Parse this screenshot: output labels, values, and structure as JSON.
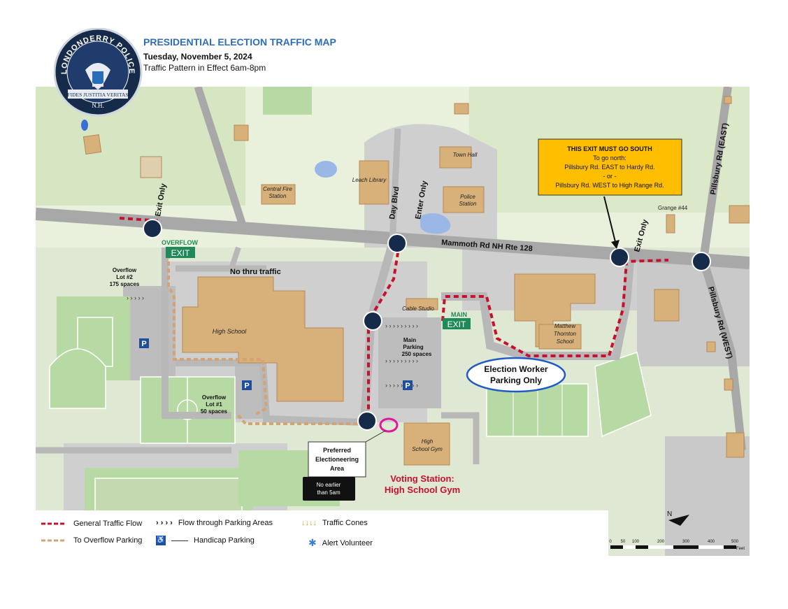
{
  "header": {
    "title": "PRESIDENTIAL ELECTION TRAFFIC MAP",
    "date": "Tuesday, November 5, 2024",
    "pattern": "Traffic Pattern in Effect 6am-8pm"
  },
  "seal": {
    "top_text": "LONDONDERRY POLICE",
    "motto": "FIDES JUSTITIA VERITAS",
    "state": "N.H."
  },
  "roads": {
    "mammoth": "Mammoth Rd  NH Rte 128",
    "day_blvd": "Day Blvd",
    "pillsbury_east": "Pillsbury Rd (EAST)",
    "pillsbury_west": "Pillsbury Rd (WEST)"
  },
  "labels": {
    "exit_only_left": "Exit Only",
    "exit_only_right": "Exit Only",
    "enter_only": "Enter Only",
    "overflow": "OVERFLOW",
    "exit": "EXIT",
    "main": "MAIN",
    "main_exit": "EXIT",
    "no_thru": "No thru traffic",
    "grange": "Grange #44"
  },
  "buildings": {
    "central_fire_1": "Central Fire",
    "central_fire_2": "Station",
    "leach": "Leach Library",
    "town_hall": "Town Hall",
    "police_1": "Police",
    "police_2": "Station",
    "high_school": "High School",
    "cable_studio": "Cable Studio",
    "mt_1": "Matthew",
    "mt_2": "Thornton",
    "mt_3": "School",
    "gym_1": "High",
    "gym_2": "School Gym"
  },
  "lots": {
    "lot2_1": "Overflow",
    "lot2_2": "Lot #2",
    "lot2_3": "175 spaces",
    "lot1_1": "Overflow",
    "lot1_2": "Lot #1",
    "lot1_3": "50 spaces",
    "main_1": "Main",
    "main_2": "Parking",
    "main_3": "250 spaces",
    "parking_icon": "P"
  },
  "callout": {
    "headline": "THIS EXIT MUST GO SOUTH",
    "line1": "To go north:",
    "line2": "Pillsbury Rd. EAST to Hardy Rd.",
    "line3": "- or -",
    "line4": "Pillsbury Rd. WEST to High Range Rd."
  },
  "election_worker_1": "Election Worker",
  "election_worker_2": "Parking Only",
  "preferred_1": "Preferred",
  "preferred_2": "Electioneering",
  "preferred_3": "Area",
  "no_earlier_1": "No earlier",
  "no_earlier_2": "than 5am",
  "voting_1": "Voting Station:",
  "voting_2": "High School Gym",
  "scale": {
    "ticks": [
      "0",
      "50",
      "100",
      "200",
      "300",
      "400",
      "500"
    ],
    "unit": "Feet"
  },
  "north": "N",
  "legend": {
    "general": "General Traffic Flow",
    "flow": "Flow through Parking Areas",
    "cones": "Traffic Cones",
    "overflow": "To Overflow Parking",
    "handicap": "Handicap Parking",
    "alert": "Alert Volunteer"
  },
  "colors": {
    "road": "#a8a8a8",
    "grass": "#d8ebc4",
    "building": "#d8b07a",
    "route": "#c8102e",
    "overflow_route": "#d4a373",
    "callout": "#ffbf00",
    "exit_sign": "#1e8a5a",
    "title": "#2e6db4"
  }
}
